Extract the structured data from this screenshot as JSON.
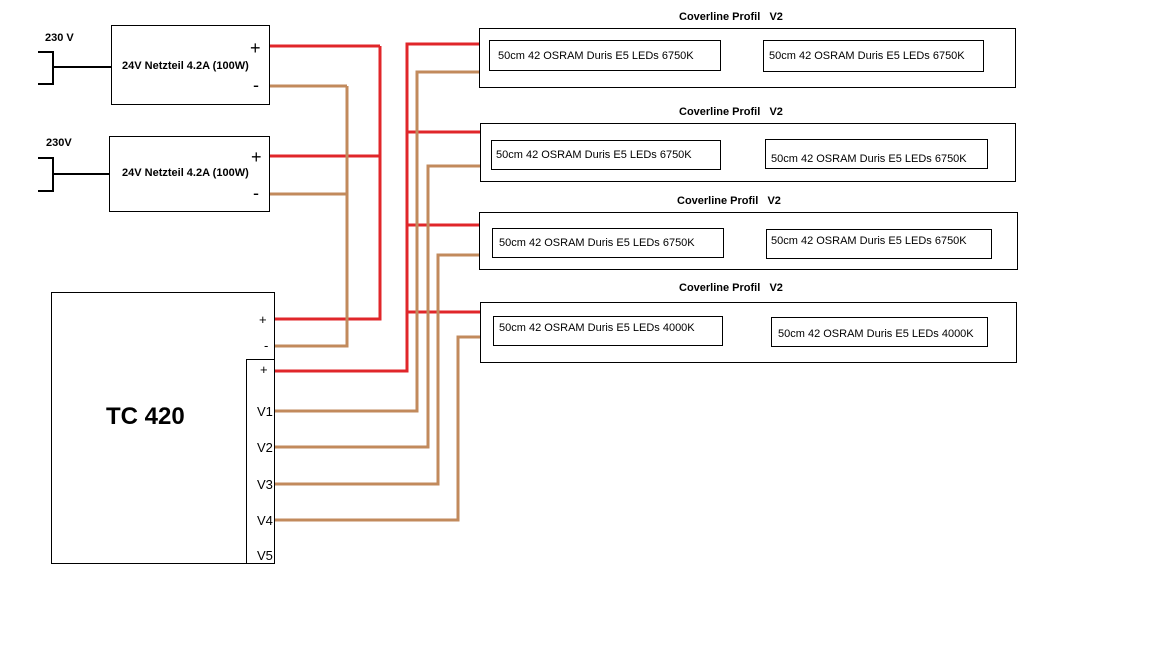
{
  "mains": [
    {
      "voltage": "230 V"
    },
    {
      "voltage": "230V"
    }
  ],
  "power_supplies": [
    {
      "label": "24V Netzteil 4.2A (100W)",
      "plus": "+",
      "minus": "-"
    },
    {
      "label": "24V Netzteil 4.2A (100W)",
      "plus": "+",
      "minus": "-"
    }
  ],
  "controller": {
    "name": "TC 420",
    "power_plus": "+",
    "power_minus": "-",
    "out_plus": "+",
    "channels": [
      "V1",
      "V2",
      "V3",
      "V4",
      "V5"
    ]
  },
  "profiles": [
    {
      "title": "Coverline Profil   V2",
      "led_a": "50cm 42 OSRAM Duris E5 LEDs 6750K",
      "led_b": "50cm 42 OSRAM Duris E5 LEDs 6750K"
    },
    {
      "title": "Coverline Profil   V2",
      "led_a": "50cm 42 OSRAM Duris E5 LEDs 6750K",
      "led_b": "50cm 42 OSRAM Duris E5 LEDs 6750K"
    },
    {
      "title": "Coverline Profil   V2",
      "led_a": "50cm 42 OSRAM Duris E5 LEDs 6750K",
      "led_b": "50cm 42 OSRAM Duris E5 LEDs 6750K"
    },
    {
      "title": "Coverline Profil   V2",
      "led_a": "50cm 42 OSRAM Duris E5 LEDs 4000K",
      "led_b": "50cm 42 OSRAM Duris E5 LEDs 4000K"
    }
  ],
  "colors": {
    "positive_wire": "#e0262a",
    "channel_wire": "#c28a5c",
    "link_wire": "#000000",
    "link_wire_4000k": "#808080"
  }
}
